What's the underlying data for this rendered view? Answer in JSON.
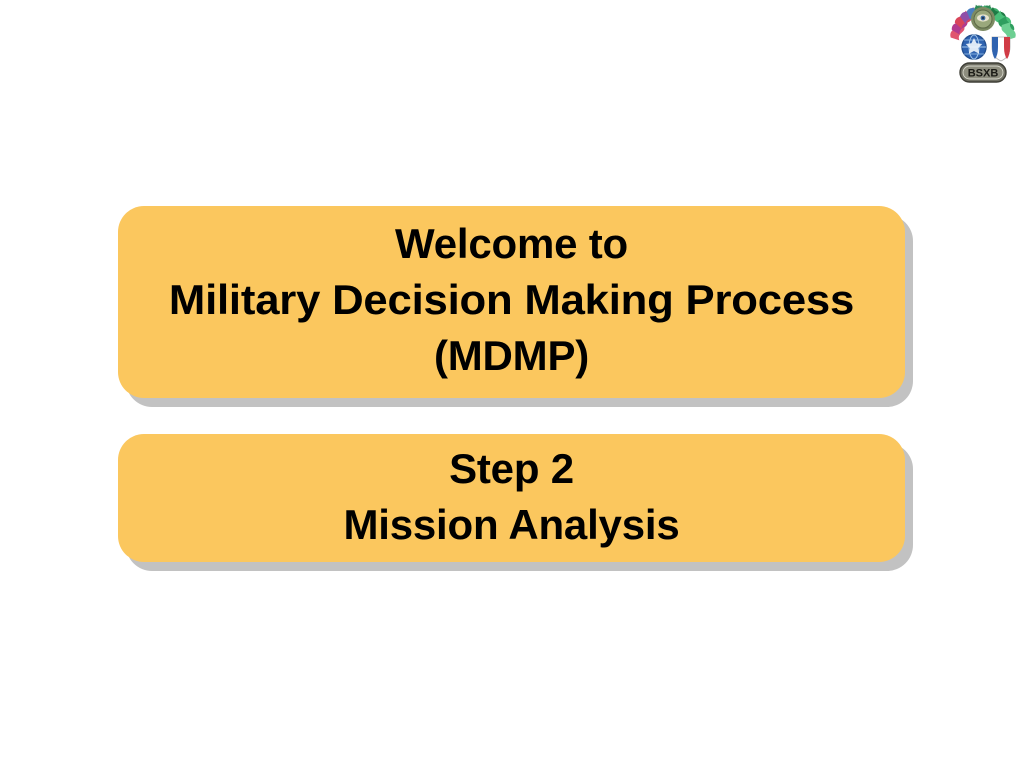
{
  "slide": {
    "background_color": "#ffffff",
    "box_fill_color": "#fbc75e",
    "box_shadow_color": "#c2c2c2",
    "text_color": "#000000"
  },
  "logo": {
    "name": "unit-crest-logo",
    "badge_text": "BSXB",
    "description_icons": [
      "flags-fan",
      "globe-emblem",
      "shield-emblem",
      "eagle-crest"
    ]
  },
  "title_box": {
    "lines": [
      "Welcome to",
      "Military Decision Making Process",
      "(MDMP)"
    ]
  },
  "step_box": {
    "lines": [
      "Step 2",
      "Mission Analysis"
    ]
  }
}
